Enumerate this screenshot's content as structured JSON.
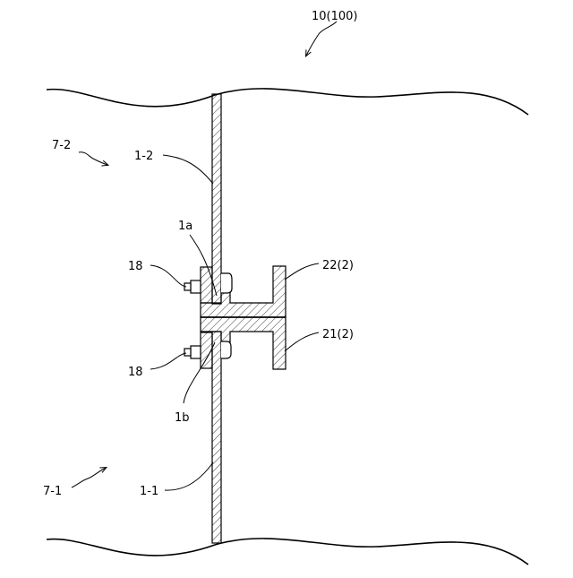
{
  "figure": {
    "labels": {
      "assembly": "10(100)",
      "upper_space": "7-2",
      "lower_space": "7-1",
      "upper_plate": "1-2",
      "lower_plate": "1-1",
      "upper_edge": "1a",
      "lower_edge": "1b",
      "bolt_upper": "18",
      "bolt_lower": "18",
      "upper_member": "22(2)",
      "lower_member": "21(2)"
    }
  }
}
